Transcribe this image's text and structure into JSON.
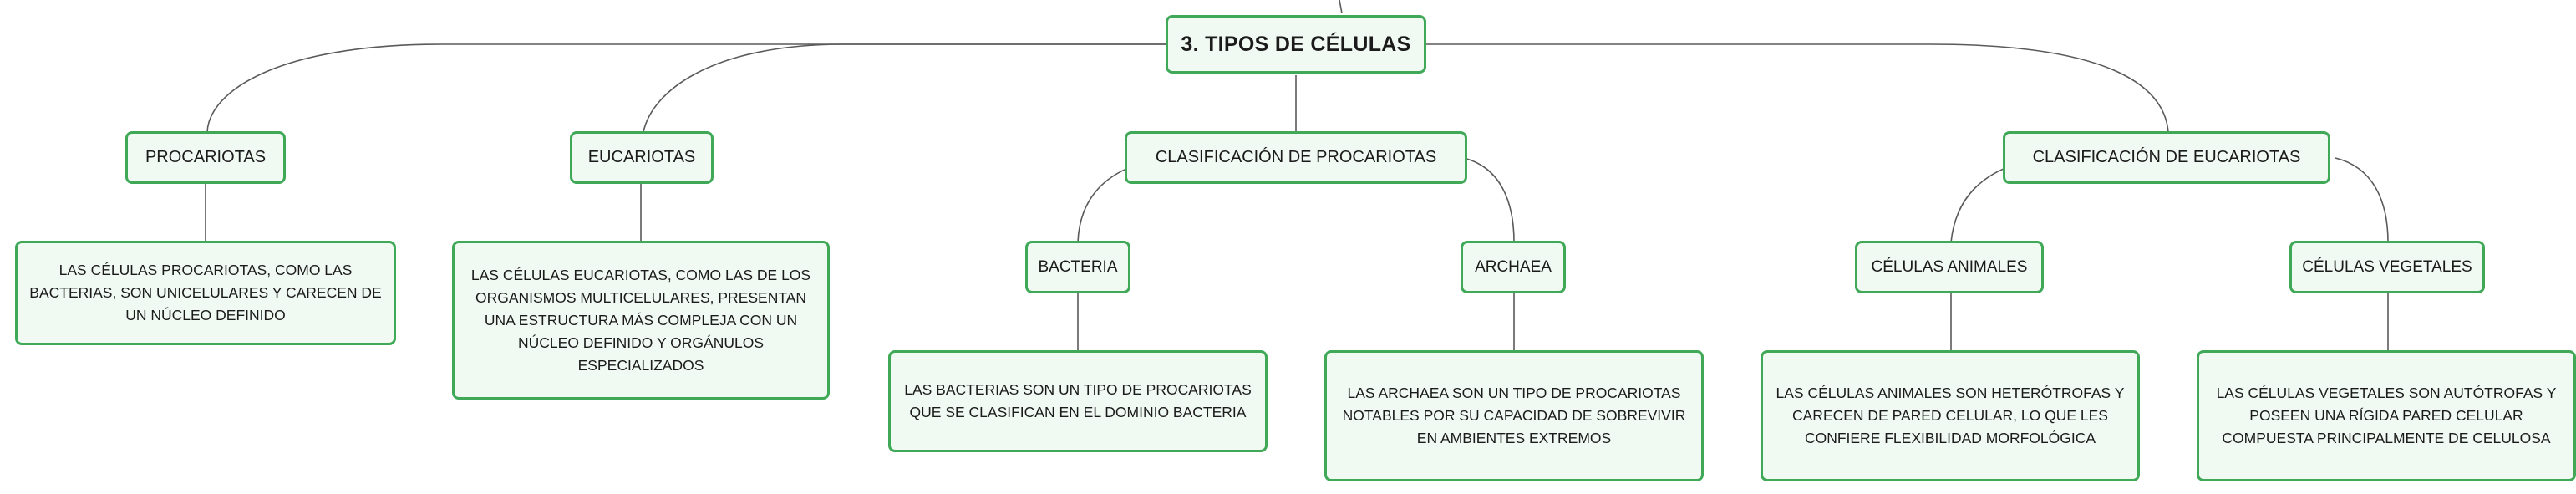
{
  "root": {
    "label": "3. TIPOS DE CÉLULAS"
  },
  "topics": {
    "procariotas": {
      "label": "PROCARIOTAS",
      "description": "LAS CÉLULAS PROCARIOTAS, COMO LAS BACTERIAS, SON UNICELULARES Y CARECEN DE UN NÚCLEO DEFINIDO"
    },
    "eucariotas": {
      "label": "EUCARIOTAS",
      "description": "LAS CÉLULAS EUCARIOTAS, COMO LAS DE LOS ORGANISMOS MULTICELULARES, PRESENTAN UNA ESTRUCTURA MÁS COMPLEJA CON UN NÚCLEO DEFINIDO Y ORGÁNULOS ESPECIALIZADOS"
    },
    "clasificacion_procariotas": {
      "label": "CLASIFICACIÓN DE PROCARIOTAS",
      "bacteria": {
        "label": "BACTERIA",
        "description": "LAS BACTERIAS SON UN TIPO DE PROCARIOTAS QUE SE CLASIFICAN EN EL DOMINIO BACTERIA"
      },
      "archaea": {
        "label": "ARCHAEA",
        "description": "LAS ARCHAEA SON UN TIPO DE PROCARIOTAS NOTABLES POR SU CAPACIDAD DE SOBREVIVIR EN AMBIENTES EXTREMOS"
      }
    },
    "clasificacion_eucariotas": {
      "label": "CLASIFICACIÓN DE EUCARIOTAS",
      "animales": {
        "label": "CÉLULAS ANIMALES",
        "description": "LAS CÉLULAS ANIMALES SON HETERÓTROFAS Y CARECEN DE PARED CELULAR, LO QUE LES CONFIERE FLEXIBILIDAD MORFOLÓGICA"
      },
      "vegetales": {
        "label": "CÉLULAS VEGETALES",
        "description": "LAS CÉLULAS VEGETALES SON AUTÓTROFAS Y POSEEN UNA RÍGIDA PARED CELULAR COMPUESTA PRINCIPALMENTE DE CELULOSA"
      }
    }
  },
  "colors": {
    "border": "#3fa958",
    "fill": "#f1f9f3",
    "connector": "#555555",
    "text": "#1b1b1b"
  }
}
